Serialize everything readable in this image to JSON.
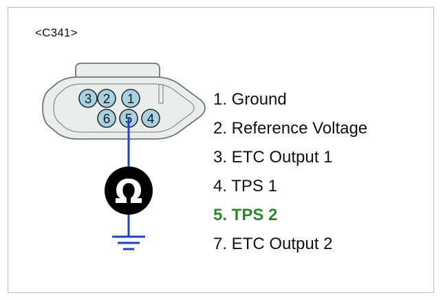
{
  "connector": {
    "label": "<C341>",
    "pins": [
      {
        "number": "3"
      },
      {
        "number": "2"
      },
      {
        "number": "1"
      },
      {
        "number": "6"
      },
      {
        "number": "5"
      },
      {
        "number": "4"
      }
    ],
    "probed_pin": "5"
  },
  "meter": {
    "symbol": "Ω"
  },
  "legend": {
    "items": [
      {
        "text": "1. Ground",
        "highlight": false
      },
      {
        "text": "2. Reference Voltage",
        "highlight": false
      },
      {
        "text": "3. ETC Output 1",
        "highlight": false
      },
      {
        "text": "4. TPS 1",
        "highlight": false
      },
      {
        "text": "5. TPS 2",
        "highlight": true
      },
      {
        "text": "7. ETC Output 2",
        "highlight": false
      }
    ]
  },
  "colors": {
    "housing_fill": "#e9eded",
    "housing_stroke": "#6f7575",
    "pin_fill": "#a6d2e2",
    "wire": "#1a3fd1",
    "meter_fill": "#000000",
    "highlight_text": "#2a8a2a",
    "frame_border": "#b9b9b9"
  },
  "icons": {
    "meter": "ohmmeter-icon",
    "ground": "ground-icon"
  }
}
